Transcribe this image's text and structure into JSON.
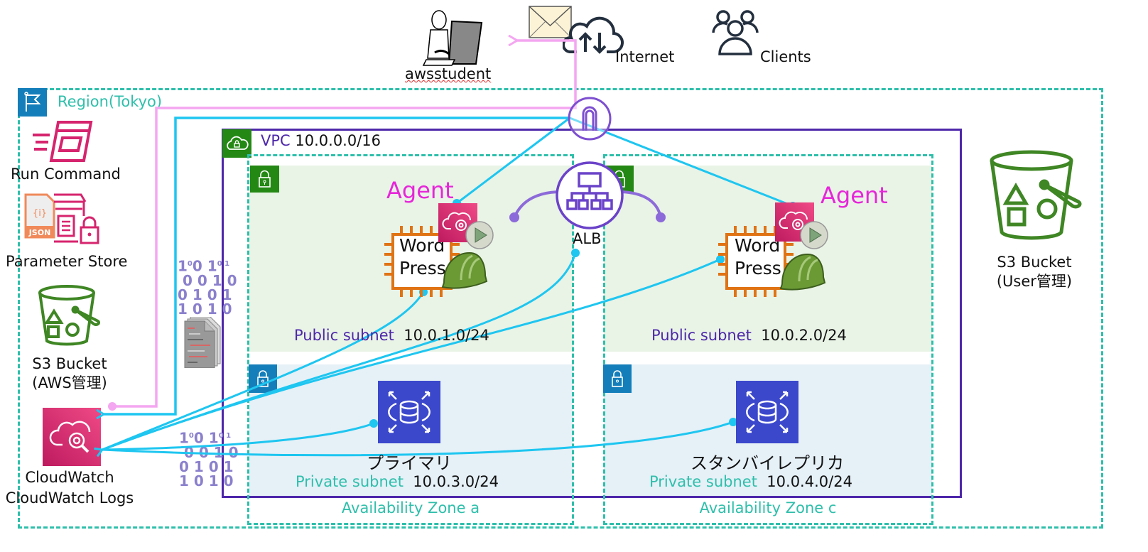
{
  "top": {
    "user_label": "awsstudent",
    "internet_label": "Internet",
    "clients_label": "Clients"
  },
  "region": {
    "label": "Region(Tokyo)"
  },
  "left_services": {
    "run_command": "Run Command",
    "parameter_store": "Parameter Store",
    "s3_aws": [
      "S3 Bucket",
      "(AWS管理)"
    ],
    "cloudwatch": [
      "CloudWatch",
      "CloudWatch Logs"
    ]
  },
  "vpc": {
    "prefix": "VPC",
    "cidr": "10.0.0.0/16"
  },
  "alb": {
    "label": "ALB"
  },
  "zones": [
    {
      "label": "Availability Zone a",
      "public_subnet": {
        "label": "Public subnet",
        "cidr": "10.0.1.0/24"
      },
      "private_subnet": {
        "label": "Private subnet",
        "cidr": "10.0.3.0/24"
      },
      "agent_label": "Agent",
      "instance_label": [
        "Word",
        "Press"
      ],
      "db_label": "プライマリ"
    },
    {
      "label": "Availability Zone c",
      "public_subnet": {
        "label": "Public subnet",
        "cidr": "10.0.2.0/24"
      },
      "private_subnet": {
        "label": "Private subnet",
        "cidr": "10.0.4.0/24"
      },
      "agent_label": "Agent",
      "instance_label": [
        "Word",
        "Press"
      ],
      "db_label": "スタンバイレプリカ"
    }
  ],
  "s3_user": [
    "S3 Bucket",
    "(User管理)"
  ],
  "colors": {
    "region": "#2ebfab",
    "vpc": "#4d27aa",
    "public_bg": "#e9f3e6",
    "private_bg": "#e5f0f7",
    "flow_log": "#1ec6f0",
    "flow_mail": "#f4a6f0",
    "agent": "#e626d9",
    "alb": "#8c6ad9",
    "db": "#3b48cc",
    "green": "#248814",
    "blue_lock": "#147eba",
    "pink": "#d6246e",
    "ec2": "#e07314"
  }
}
